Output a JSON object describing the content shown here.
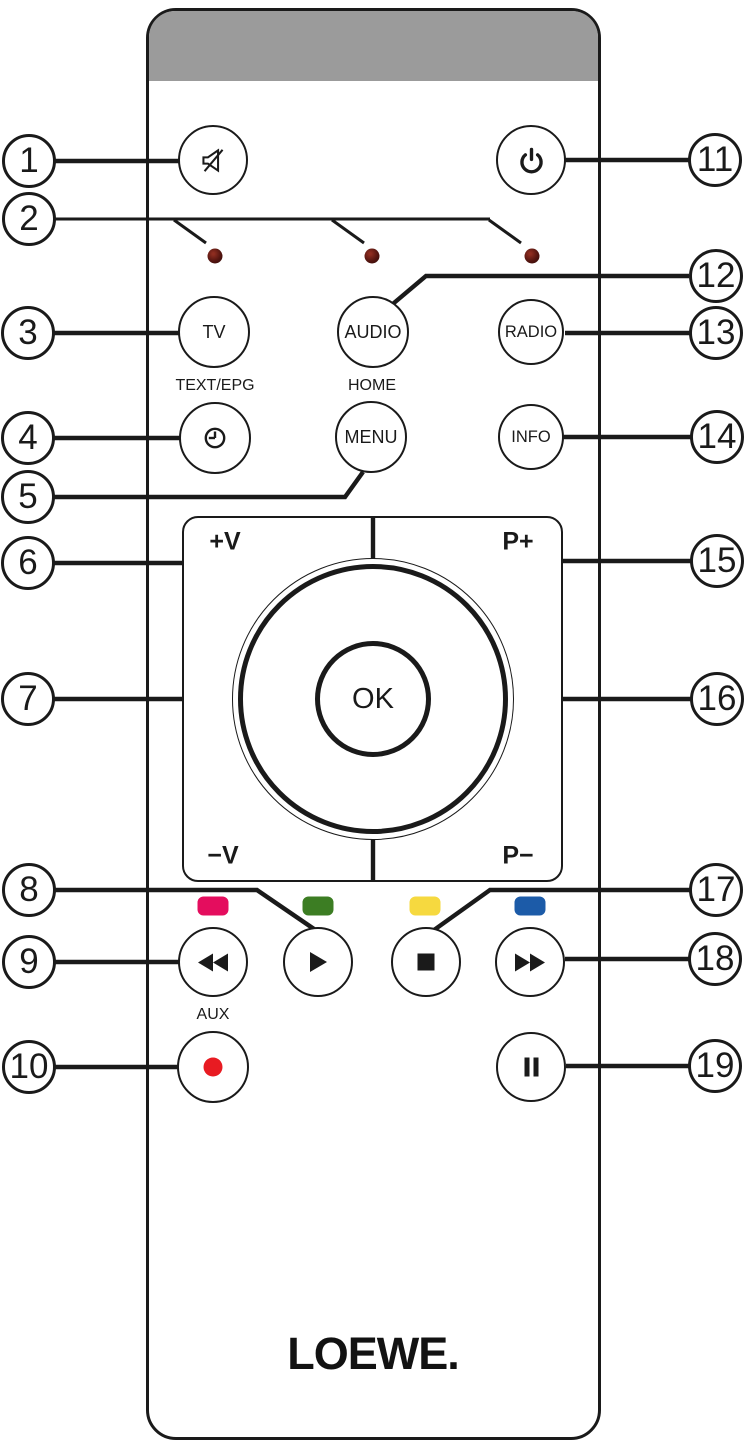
{
  "remote": {
    "logo": "LOEWE.",
    "source_buttons": {
      "tv": "TV",
      "audio": "AUDIO",
      "radio": "RADIO"
    },
    "menu_buttons": {
      "menu": "MENU",
      "info": "INFO"
    },
    "labels": {
      "text_epg": "TEXT/EPG",
      "home": "HOME",
      "aux": "AUX"
    },
    "nav": {
      "ok": "OK",
      "vol_up": "+V",
      "vol_down": "−V",
      "prog_up": "P+",
      "prog_down": "P−"
    },
    "icons": [
      "mute-icon",
      "power-icon",
      "clock-icon",
      "rewind-icon",
      "play-icon",
      "stop-icon",
      "fast-forward-icon",
      "record-icon",
      "pause-icon"
    ],
    "colors": {
      "top_band": "#9b9b9b",
      "outline": "#1a1a1a",
      "led": "#541510",
      "record_dot": "#e81b22",
      "color_keys": [
        {
          "name": "red",
          "hex": "#e40d5e"
        },
        {
          "name": "green",
          "hex": "#3c7d23"
        },
        {
          "name": "yellow",
          "hex": "#f6d93f"
        },
        {
          "name": "blue",
          "hex": "#1c5ba8"
        }
      ]
    }
  },
  "callouts": {
    "left": [
      "1",
      "2",
      "3",
      "4",
      "5",
      "6",
      "7",
      "8",
      "9",
      "10"
    ],
    "right": [
      "11",
      "12",
      "13",
      "14",
      "15",
      "16",
      "17",
      "18",
      "19"
    ]
  }
}
